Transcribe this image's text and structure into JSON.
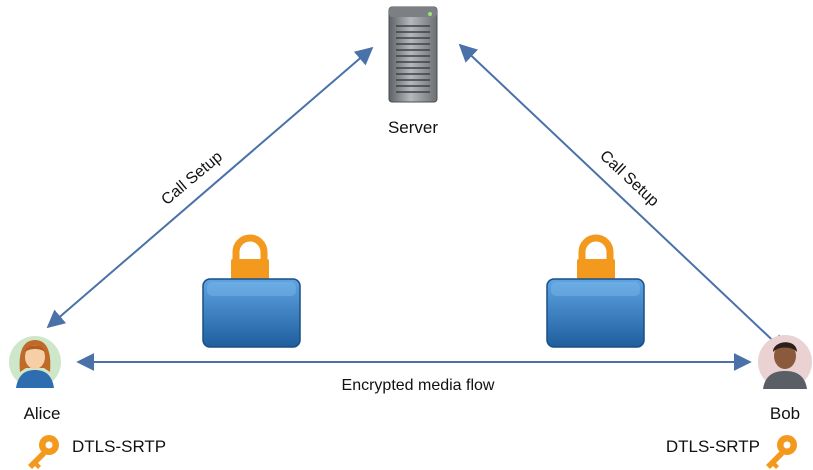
{
  "nodes": {
    "server": {
      "label": "Server",
      "icon": "server-icon"
    },
    "alice": {
      "label": "Alice",
      "icon": "avatar-female-icon",
      "security": "DTLS-SRTP",
      "key_icon": "key-icon"
    },
    "bob": {
      "label": "Bob",
      "icon": "avatar-male-icon",
      "security": "DTLS-SRTP",
      "key_icon": "key-icon"
    }
  },
  "edges": {
    "alice_server": {
      "label": "Call Setup"
    },
    "server_bob": {
      "label": "Call Setup"
    },
    "alice_bob": {
      "label": "Encrypted media flow"
    }
  },
  "locks": [
    {
      "icon": "padlock-icon"
    },
    {
      "icon": "padlock-icon"
    }
  ],
  "colors": {
    "arrow": "#4a72a8",
    "lock_body": "#2f6fb3",
    "shackle": "#f39a1e",
    "key": "#f39a1e"
  }
}
